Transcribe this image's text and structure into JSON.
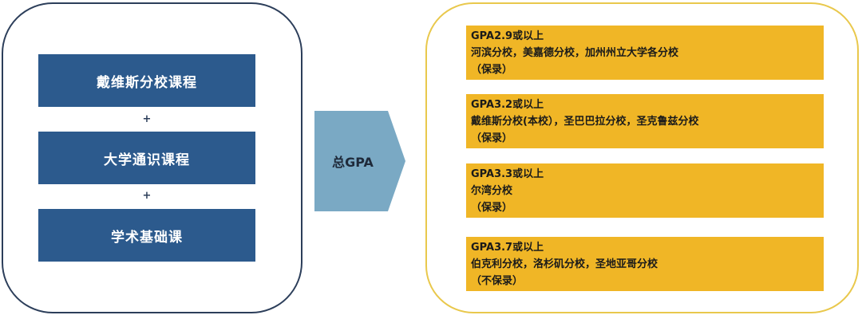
{
  "left": {
    "courses": [
      "戴维斯分校课程",
      "大学通识课程",
      "学术基础课"
    ],
    "plus": [
      "+",
      "+"
    ]
  },
  "arrow": {
    "label": "总GPA"
  },
  "tiers": [
    {
      "gpa": "GPA2.9或以上",
      "campuses": "河滨分校，美嘉德分校，加州州立大学各分校",
      "status": "（保录）"
    },
    {
      "gpa": "GPA3.2或以上",
      "campuses": "戴维斯分校(本校），圣巴巴拉分校，圣克鲁兹分校",
      "status": "（保录）"
    },
    {
      "gpa": "GPA3.3或以上",
      "campuses": "尔湾分校",
      "status": "（保录）"
    },
    {
      "gpa": "GPA3.7或以上",
      "campuses": "伯克利分校，洛杉矶分校，圣地亚哥分校",
      "status": "（不保录）"
    }
  ],
  "colors": {
    "course_box": "#2c5a8d",
    "arrow": "#7aa9c4",
    "tier_box": "#f0b626",
    "right_border": "#e9c84c"
  }
}
